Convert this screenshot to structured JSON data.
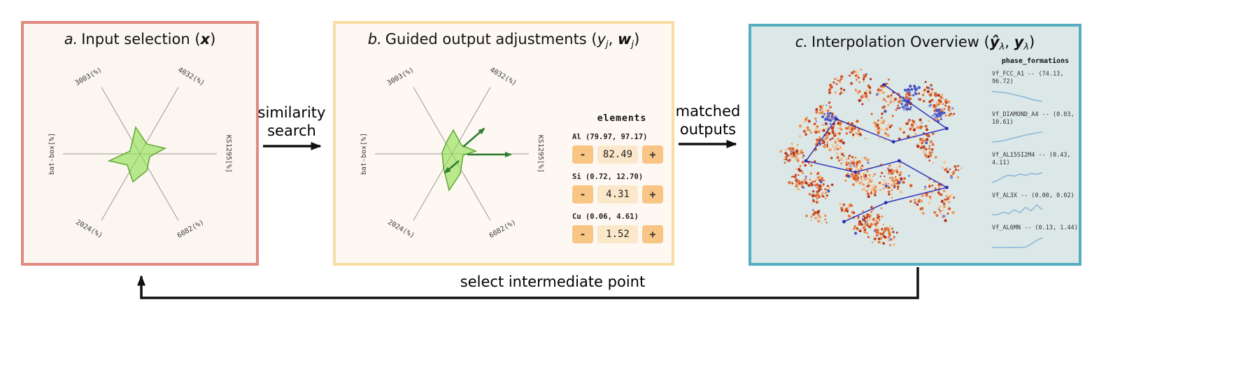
{
  "arrows": {
    "similarity": "similarity search",
    "matched": "matched outputs",
    "feedback": "select intermediate point"
  },
  "radar": {
    "axes": [
      "3003(%)",
      "4032(%)",
      "KS1295[%]",
      "6082(%)",
      "2024(%)",
      "bat-box[%]"
    ]
  },
  "panels": {
    "a": {
      "title_prefix": "a.",
      "title_main": "Input selection (",
      "title_var": "x",
      "title_close": ")"
    },
    "b": {
      "title_prefix": "b.",
      "title_main": "Guided output adjustments (",
      "title_y": "y",
      "title_ysub": "j",
      "title_sep": ", ",
      "title_w": "w",
      "title_wsub": "j",
      "title_close": ")",
      "elements": {
        "header": "elements",
        "minus_label": "-",
        "plus_label": "+",
        "rows": [
          {
            "label": "Al (79.97, 97.17)",
            "value": "82.49"
          },
          {
            "label": "Si (0.72, 12.70)",
            "value": "4.31"
          },
          {
            "label": "Cu (0.06, 4.61)",
            "value": "1.52"
          }
        ]
      }
    },
    "c": {
      "title_prefix": "c.",
      "title_main": "Interpolation Overview (",
      "title_yhat": "ŷ",
      "title_sub1": "λ",
      "title_sep": ", ",
      "title_y": "y",
      "title_sub2": "λ",
      "title_close": ")",
      "phase_formations": {
        "header": "phase_formations",
        "rows": [
          {
            "label": "Vf_FCC_A1 -- (74.13, 96.72)",
            "spark": [
              97,
              96,
              95,
              93,
              90,
              87,
              84,
              80,
              77,
              75
            ]
          },
          {
            "label": "Vf_DIAMOND_A4 -- (0.03, 10.61)",
            "spark": [
              0.2,
              0.5,
              1.5,
              3,
              4.5,
              6,
              7.5,
              8.5,
              9.8,
              10.5
            ]
          },
          {
            "label": "Vf_AL15SI2M4 -- (0.43, 4.11)",
            "spark": [
              0.5,
              1.2,
              2.5,
              3.2,
              2.8,
              3.6,
              3.1,
              3.9,
              3.5,
              4.1
            ]
          },
          {
            "label": "Vf_AL3X -- (0.00, 0.02)",
            "spark": [
              0,
              0,
              0.005,
              0.002,
              0.01,
              0.004,
              0.015,
              0.008,
              0.02,
              0.01
            ]
          },
          {
            "label": "Vf_AL6MN -- (0.13, 1.44)",
            "spark": [
              0.15,
              0.16,
              0.15,
              0.17,
              0.16,
              0.18,
              0.2,
              0.6,
              1.1,
              1.44
            ]
          }
        ]
      },
      "scatter": {
        "seed": 12,
        "clusters": 62,
        "points_per_cluster": 22,
        "radius": 136,
        "palette": [
          "#b23420",
          "#c94a26",
          "#d85c2c",
          "#e2793c",
          "#ec9d63",
          "#f0c396",
          "#f2e2c8"
        ],
        "blue": "#4a52c0",
        "blue_light": "#7d85d8",
        "path_color": "#2b2bb5",
        "path": [
          [
            0.55,
            0.1
          ],
          [
            0.88,
            0.33
          ],
          [
            0.6,
            0.4
          ],
          [
            0.3,
            0.28
          ],
          [
            0.14,
            0.5
          ],
          [
            0.4,
            0.56
          ],
          [
            0.63,
            0.5
          ],
          [
            0.88,
            0.64
          ],
          [
            0.56,
            0.72
          ],
          [
            0.34,
            0.82
          ]
        ]
      }
    }
  }
}
